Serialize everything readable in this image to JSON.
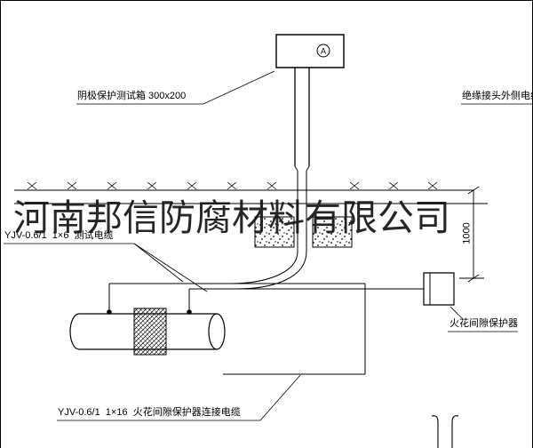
{
  "watermark": {
    "text": "河南邦信防腐材料有限公司"
  },
  "labels": {
    "test_box": "阴极保护测试箱 300x200",
    "outer_cable": "绝缘接头外侧电缆",
    "test_cable": "YJV-0.6/1  1×6  测试电缆",
    "dimension": "1000",
    "spark_gap": "火花间隙保护器",
    "connect_cable": "YJV-0.6/1  1×16  火花间隙保护器连接电缆"
  },
  "symbols": {
    "meter": "A"
  },
  "colors": {
    "line": "#000000",
    "background": "#ffffff",
    "watermark": "#141414"
  }
}
